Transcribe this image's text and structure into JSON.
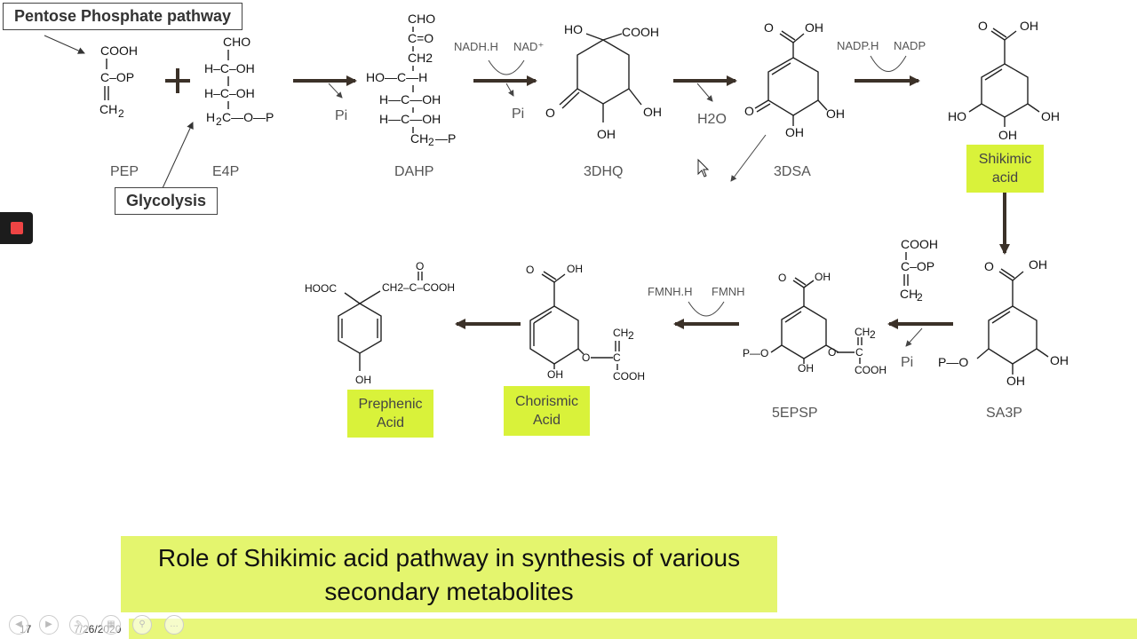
{
  "labels": {
    "pentose_box": "Pentose Phosphate pathway",
    "glycolysis_box": "Glycolysis",
    "pep": "PEP",
    "e4p": "E4P",
    "dahp": "DAHP",
    "dhq": "3DHQ",
    "dsa": "3DSA",
    "shikimic": [
      "Shikimic",
      "acid"
    ],
    "sa3p": "SA3P",
    "epsp": "5EPSP",
    "chorismic": [
      "Chorismic",
      "Acid"
    ],
    "prephenic": [
      "Prephenic",
      "Acid"
    ]
  },
  "cofactors": {
    "pi_1": "Pi",
    "pi_2": "Pi",
    "pi_3": "Pi",
    "nadh": "NADH.H",
    "nad": "NAD⁺",
    "h2o": "H2O",
    "nadph": "NADP.H",
    "nadp": "NADP",
    "fmnh": "FMNH.H",
    "fmn": "FMNH"
  },
  "caption": [
    "Role of Shikimic acid pathway in synthesis of various",
    "secondary metabolites"
  ],
  "footer": {
    "slide_number": "17",
    "date": "7/26/2020"
  },
  "colors": {
    "highlight": "#d9f23a",
    "caption_bg": "#e4f56e",
    "arrow": "#3b3128",
    "record": "#ee4444"
  },
  "icons": [
    "record-icon",
    "prev-slide-icon",
    "next-slide-icon",
    "pen-icon",
    "slides-grid-icon",
    "zoom-icon",
    "more-options-icon"
  ]
}
